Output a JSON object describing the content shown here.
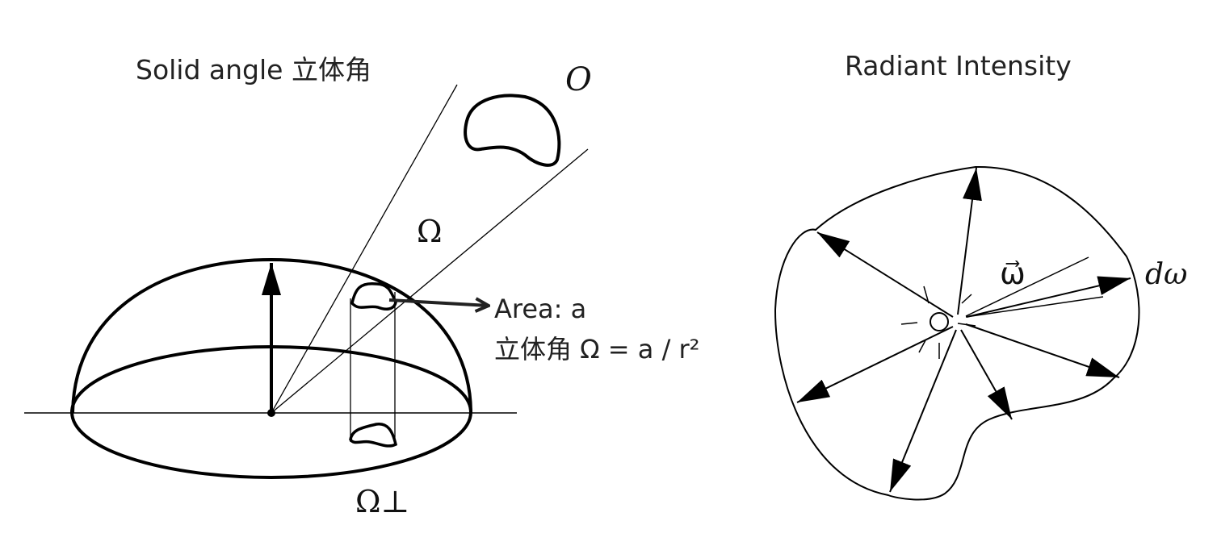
{
  "left_panel": {
    "title": "Solid angle 立体角",
    "labels": {
      "object": "O",
      "solid_angle": "Ω",
      "projected": "Ω⊥"
    },
    "annotation": {
      "area": "Area: a",
      "formula": "立体角 Ω = a / r²"
    }
  },
  "right_panel": {
    "title": "Radiant Intensity",
    "labels": {
      "direction": "ω⃗",
      "differential": "dω"
    }
  }
}
